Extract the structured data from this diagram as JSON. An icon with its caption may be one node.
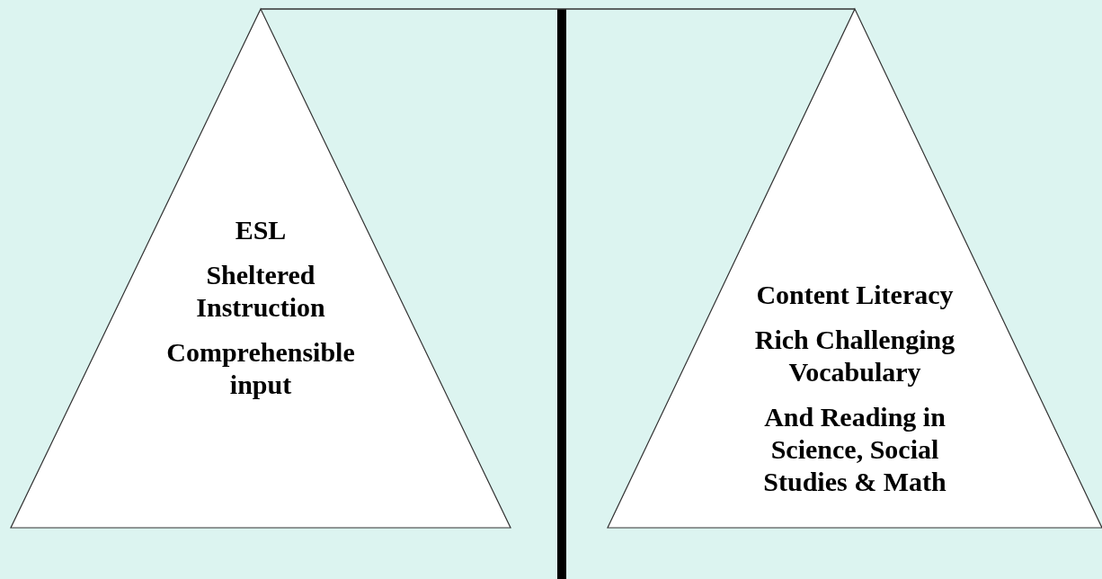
{
  "diagram": {
    "nodes": [
      {
        "text": [
          "ESL",
          "Sheltered Instruction",
          "Comprehensible input"
        ]
      },
      {
        "text": [
          "Content Literacy",
          "Rich Challenging Vocabulary",
          "And Reading in Science, Social Studies & Math"
        ]
      }
    ],
    "edges": [
      {
        "from": 0,
        "to": 1,
        "arrow": "none"
      }
    ]
  }
}
